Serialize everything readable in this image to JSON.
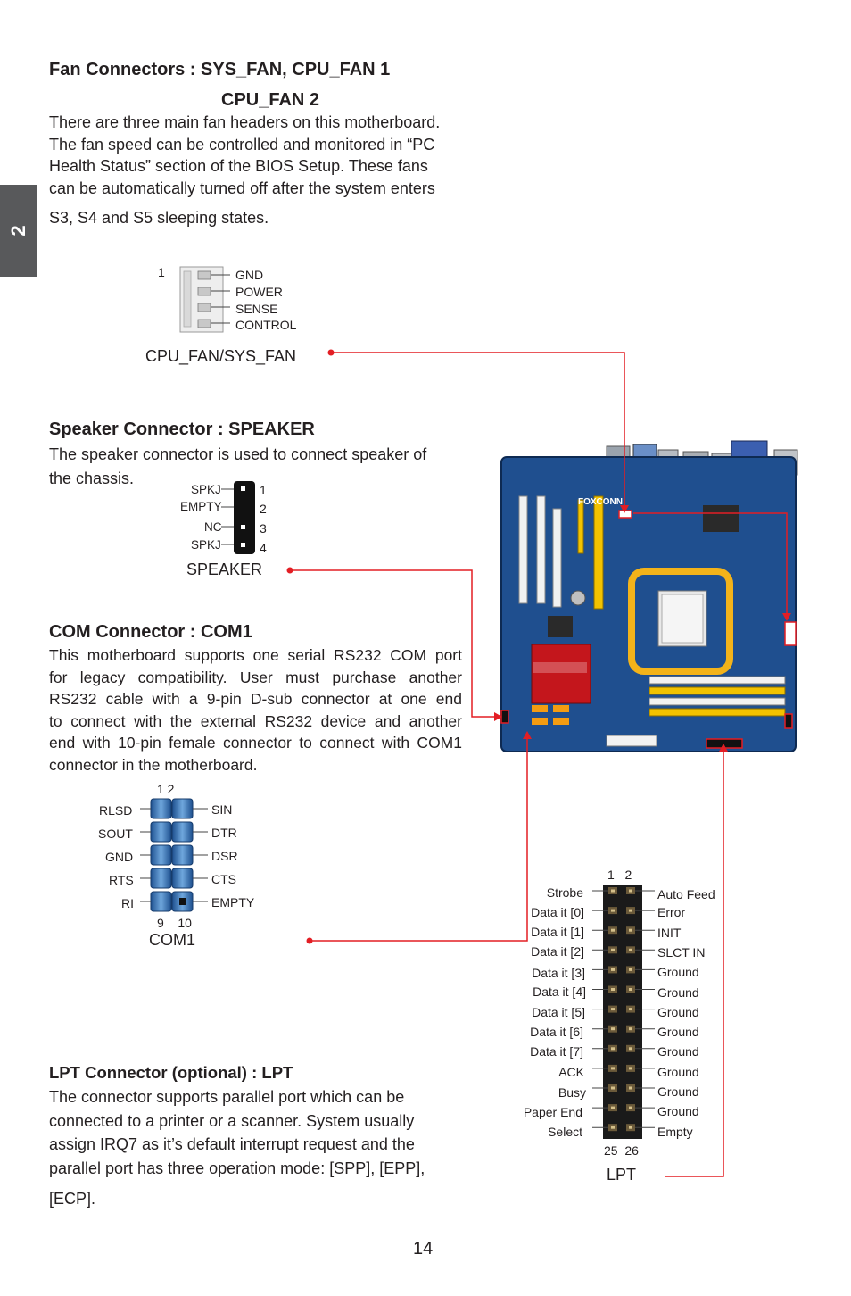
{
  "section_tab": "2",
  "fan": {
    "heading_line1": "Fan Connectors :  SYS_FAN, CPU_FAN 1",
    "heading_line2": "CPU_FAN 2",
    "body_lines": [
      "There are three main fan headers on this motherboard.",
      "The fan speed can be controlled and monitored in “PC",
      "Health Status” section of the BIOS Setup. These fans",
      "can be automatically turned off after the system enters"
    ],
    "body_last": "S3, S4 and S5 sleeping states.",
    "pin1": "1",
    "pins": [
      "GND",
      "POWER",
      "SENSE",
      "CONTROL"
    ],
    "caption": "CPU_FAN/SYS_FAN"
  },
  "speaker": {
    "heading": "Speaker Connector : SPEAKER",
    "body_line1": "The speaker connector is used to connect speaker of",
    "body_line2": "the chassis.",
    "left_labels": [
      "SPKJ",
      "EMPTY",
      "NC",
      "SPKJ"
    ],
    "pin_numbers": [
      "1",
      "2",
      "3",
      "4"
    ],
    "caption": "SPEAKER"
  },
  "com": {
    "heading": "COM Connector : COM1",
    "body_lines": [
      "This motherboard supports one serial RS232 COM port",
      "for legacy compatibility. User must purchase another",
      "RS232 cable with a 9-pin D-sub connector at one end",
      "to connect with the external RS232 device and another",
      "end with 10-pin female connector to connect with COM1"
    ],
    "body_last": "connector in the motherboard.",
    "top_pins": "1    2",
    "bottom_pins": "9    10",
    "left_labels": [
      "RLSD",
      "SOUT",
      "GND",
      "RTS",
      "RI"
    ],
    "right_labels": [
      "SIN",
      "DTR",
      "DSR",
      "CTS",
      "EMPTY"
    ],
    "caption": "COM1"
  },
  "lpt": {
    "heading": "LPT Connector (optional) : LPT",
    "body_lines": [
      "The connector supports parallel port which can be",
      "connected to a printer or a scanner. System usually",
      "assign IRQ7 as it’s default interrupt request and the",
      "parallel port has three operation mode: [SPP], [EPP],"
    ],
    "body_last": "[ECP].",
    "top_pins": "1   2",
    "bottom_pins": "25  26",
    "left_labels": [
      "Strobe",
      "Data it [0]",
      "Data it [1]",
      "Data it [2]",
      "Data it [3]",
      "Data it [4]",
      "Data it [5]",
      "Data it [6]",
      "Data it [7]",
      "ACK",
      "Busy",
      "Paper End",
      "Select"
    ],
    "right_labels": [
      "Auto Feed",
      "Error",
      "INIT",
      "SLCT IN",
      "Ground",
      "Ground",
      "Ground",
      "Ground",
      "Ground",
      "Ground",
      "Ground",
      "Ground",
      "Empty"
    ],
    "caption": "LPT"
  },
  "board": {
    "brand": "FOXCONN"
  },
  "page_number": "14",
  "colors": {
    "callout": "#e31e24",
    "board_blue": "#1f4f8f",
    "tab_gray": "#58595b",
    "dimm_yellow": "#f2c200",
    "socket_yellow": "#f3b31a"
  }
}
